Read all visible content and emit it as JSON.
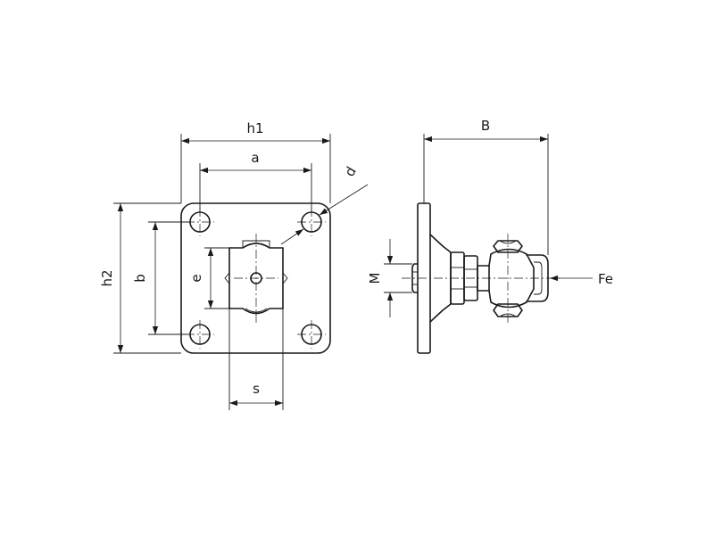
{
  "labels": {
    "h1": "h1",
    "a": "a",
    "d": "d",
    "h2": "h2",
    "b": "b",
    "e": "e",
    "s": "s",
    "B": "B",
    "M": "M",
    "Fe": "Fe"
  }
}
